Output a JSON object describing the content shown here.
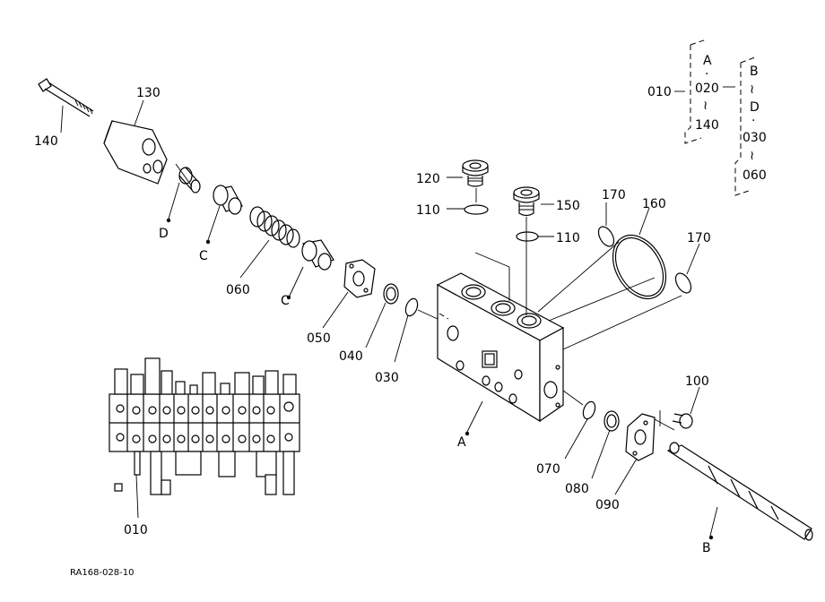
{
  "diagram": {
    "drawing_code": "RA168-028-10",
    "labels": {
      "p140": "140",
      "p130": "130",
      "d_left": "D",
      "c_upper": "C",
      "p060": "060",
      "c_lower": "C",
      "p050": "050",
      "p040": "040",
      "p030": "030",
      "p120": "120",
      "p110_a": "110",
      "p150": "150",
      "p110_b": "110",
      "p170_a": "170",
      "p160": "160",
      "p170_b": "170",
      "a_block": "A",
      "p100": "100",
      "p070": "070",
      "p080": "080",
      "p090": "090",
      "b_spool": "B",
      "p010_bottom": "010"
    },
    "legend": {
      "group_label": "010",
      "col1": [
        "A",
        "·",
        "020",
        "≀",
        "140"
      ],
      "col2": [
        "B",
        "≀",
        "D",
        "·",
        "030",
        "≀",
        "060"
      ]
    }
  }
}
